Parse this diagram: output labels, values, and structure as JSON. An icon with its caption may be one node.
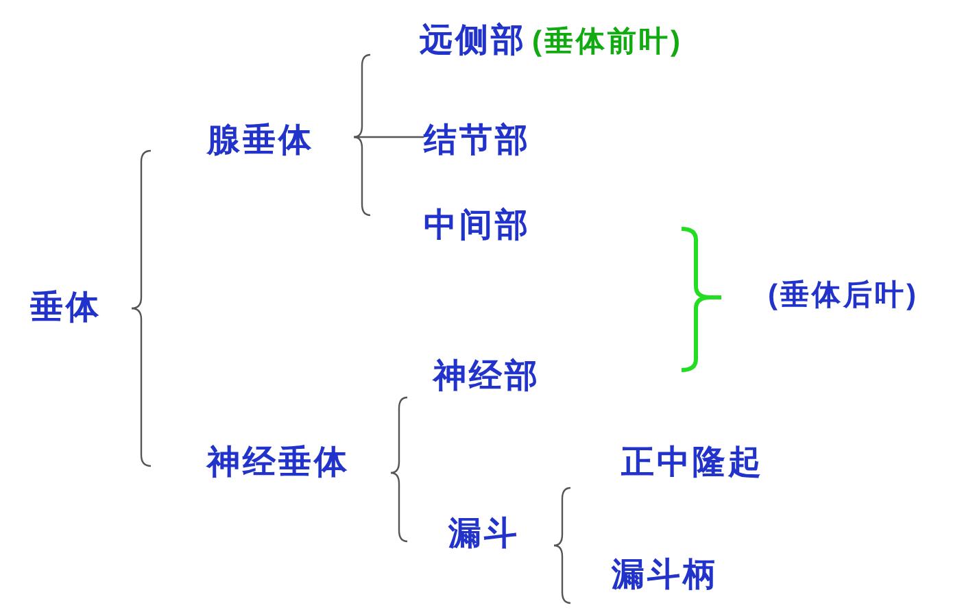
{
  "diagram": {
    "nodes": [
      {
        "text": [
          "垂体"
        ]
      },
      {
        "text": [
          "腺垂体"
        ]
      },
      {
        "text": [
          "远侧部"
        ],
        "beside": [
          "(垂体前叶)"
        ]
      },
      {
        "text": [
          "结节部"
        ]
      },
      {
        "text": [
          "中间部"
        ]
      },
      {
        "text": [
          "神经垂体"
        ]
      },
      {
        "text": [
          "神经部"
        ]
      },
      {
        "text": [
          "漏斗"
        ]
      },
      {
        "text": [
          "正中隆起"
        ]
      },
      {
        "text": [
          "漏斗柄"
        ]
      }
    ],
    "edges": [
      {
        "from": 0,
        "to": 1,
        "arrow": "none"
      },
      {
        "from": 0,
        "to": 5,
        "arrow": "none"
      },
      {
        "from": 1,
        "to": 2,
        "arrow": "none"
      },
      {
        "from": 1,
        "to": 3,
        "arrow": "none"
      },
      {
        "from": 1,
        "to": 4,
        "arrow": "none"
      },
      {
        "from": 5,
        "to": 6,
        "arrow": "none"
      },
      {
        "from": 5,
        "to": 7,
        "arrow": "none"
      },
      {
        "from": 7,
        "to": 8,
        "arrow": "none"
      },
      {
        "from": 7,
        "to": 9,
        "arrow": "none"
      }
    ],
    "labels": [
      "(垂体后叶)"
    ]
  }
}
